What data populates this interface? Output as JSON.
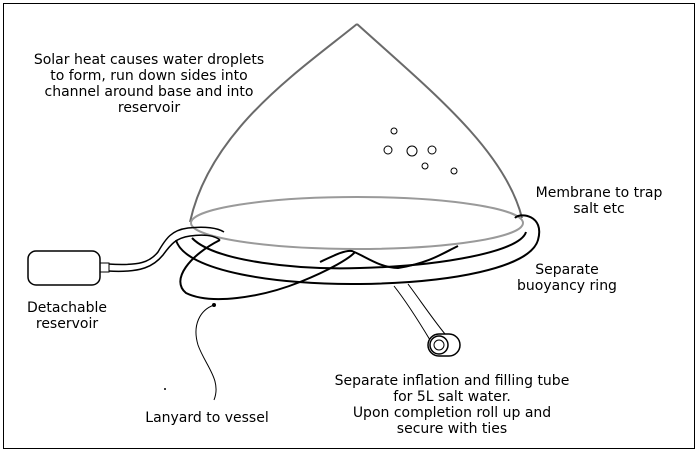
{
  "labels": {
    "solar": [
      "Solar heat causes water droplets",
      "to form, run down sides into",
      "channel around base and into",
      "reservoir"
    ],
    "membrane": [
      "Membrane to trap",
      "salt etc"
    ],
    "buoyancy": [
      "Separate",
      "buoyancy ring"
    ],
    "reservoir": [
      "Detachable",
      "reservoir"
    ],
    "tube": [
      "Separate inflation and filling tube",
      "for 5L salt water.",
      "Upon completion roll up and",
      "secure with ties"
    ],
    "lanyard": [
      "Lanyard to vessel"
    ]
  },
  "colors": {
    "outline": "#000000",
    "cone": "#6a6a6a",
    "membrane": "#9a9a9a",
    "frame": "#000000"
  }
}
